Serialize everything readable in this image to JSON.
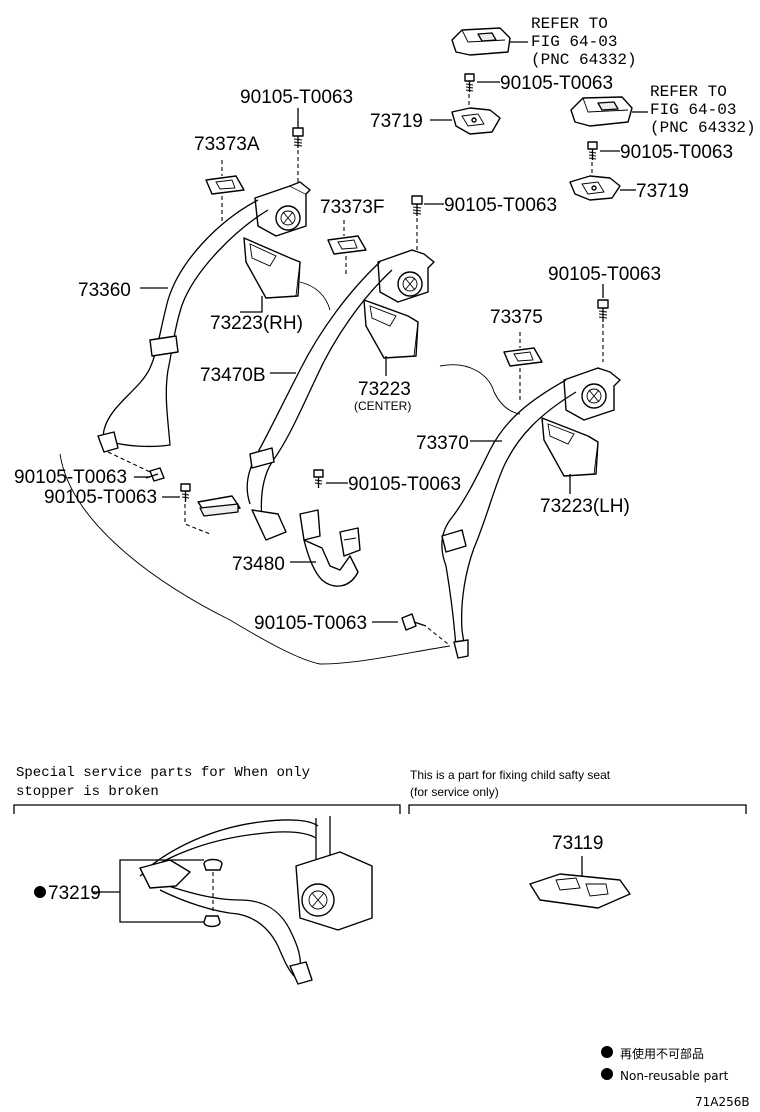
{
  "labels": {
    "refer_a": [
      "REFER TO",
      "FIG 64-03",
      "(PNC 64332)"
    ],
    "refer_b": [
      "REFER TO",
      "FIG 64-03",
      "(PNC 64332)"
    ],
    "bolt_1": "90105-T0063",
    "bolt_2": "90105-T0063",
    "bolt_3": "90105-T0063",
    "bolt_4": "90105-T0063",
    "bolt_5": "90105-T0063",
    "bolt_6": "90105-T0063",
    "bolt_7": "90105-T0063",
    "bolt_8": "90105-T0063",
    "bolt_9": "90105-T0063",
    "p73719_a": "73719",
    "p73719_b": "73719",
    "p73373a": "73373A",
    "p73373f": "73373F",
    "p73360": "73360",
    "p73223_rh": "73223(RH)",
    "p73470b": "73470B",
    "p73223_center": "73223",
    "p73223_center_sub": "(CENTER)",
    "p73375": "73375",
    "p73370": "73370",
    "p73223_lh": "73223(LH)",
    "p73480": "73480"
  },
  "panels": {
    "left_caption": [
      "Special  service  parts  for  When  only",
      "stopper   is  broken"
    ],
    "left_part": "73219",
    "right_caption": [
      "This is a part for fixing child safty seat",
      "(for service only)"
    ],
    "right_part": "73119"
  },
  "legend": {
    "line1": "再使用不可部品",
    "line2": "Non-reusable part"
  },
  "figure_id": "71A256B"
}
